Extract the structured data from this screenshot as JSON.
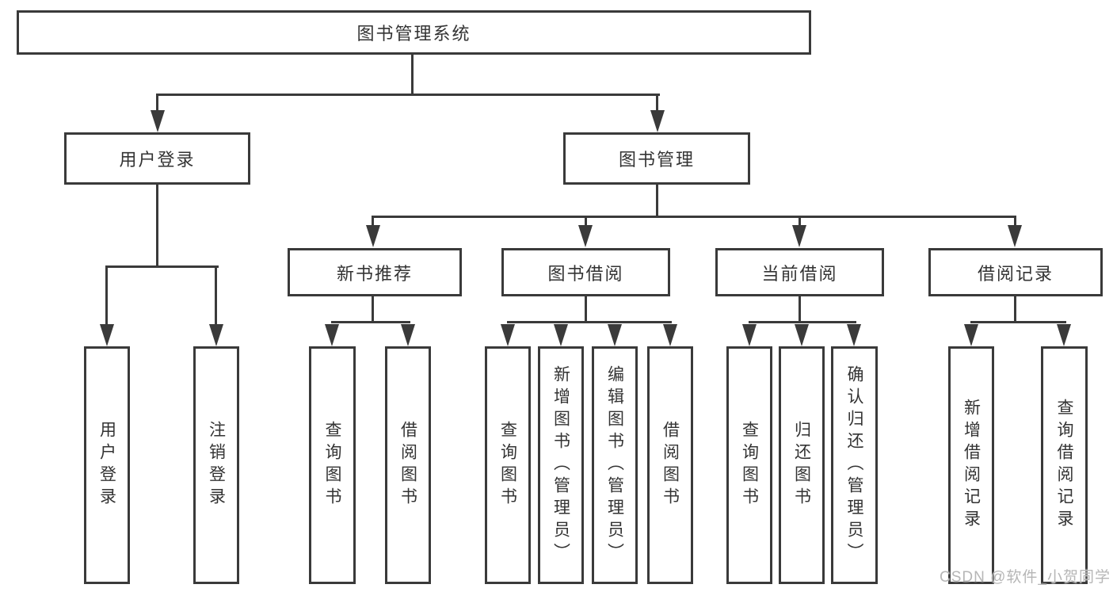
{
  "tree": {
    "root": "图书管理系统",
    "branches": [
      {
        "label": "用户登录",
        "children": [
          "用户登录",
          "注销登录"
        ]
      },
      {
        "label": "图书管理",
        "groups": [
          {
            "label": "新书推荐",
            "children": [
              "查询图书",
              "借阅图书"
            ]
          },
          {
            "label": "图书借阅",
            "children": [
              "查询图书",
              "新增图书（管理员）",
              "编辑图书（管理员）",
              "借阅图书"
            ]
          },
          {
            "label": "当前借阅",
            "children": [
              "查询图书",
              "归还图书",
              "确认归还（管理员）"
            ]
          },
          {
            "label": "借阅记录",
            "children": [
              "新增借阅记录",
              "查询借阅记录"
            ]
          }
        ]
      }
    ]
  },
  "watermark": "CSDN @软件_小贺同学",
  "colors": {
    "line": "#3a3a3a",
    "text": "#333333",
    "background": "#ffffff",
    "watermark": "#b6b6b6"
  }
}
